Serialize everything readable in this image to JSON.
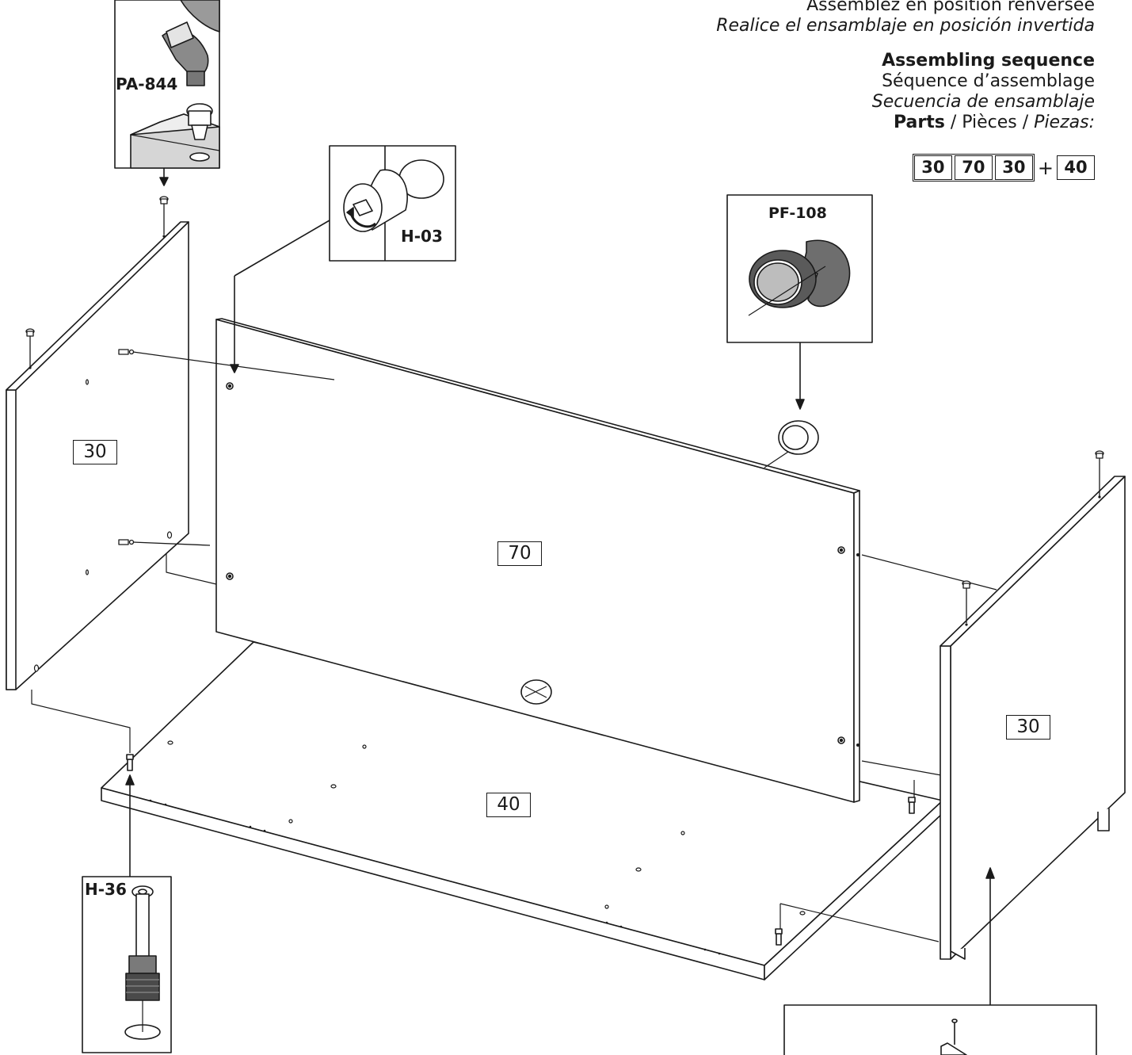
{
  "header": {
    "line_fr_upside_down": "Assemblez en position renversée",
    "line_es_upside_down": "Realice el ensamblaje en posición invertida",
    "sequence_en": "Assembling sequence",
    "sequence_fr": "Séquence d’assemblage",
    "sequence_es": "Secuencia de ensamblaje",
    "parts_en": "Parts",
    "parts_sep1": " / ",
    "parts_fr": "Pièces",
    "parts_sep2": " / ",
    "parts_es": "Piezas:"
  },
  "sequence": {
    "group": [
      "30",
      "70",
      "30"
    ],
    "plus": "+",
    "final": "40"
  },
  "panels": {
    "left_side": "30",
    "back": "70",
    "right_side": "30",
    "bottom": "40"
  },
  "hardware": {
    "pa844": "PA-844",
    "h03": "H-03",
    "pf108": "PF-108",
    "h36": "H-36"
  }
}
